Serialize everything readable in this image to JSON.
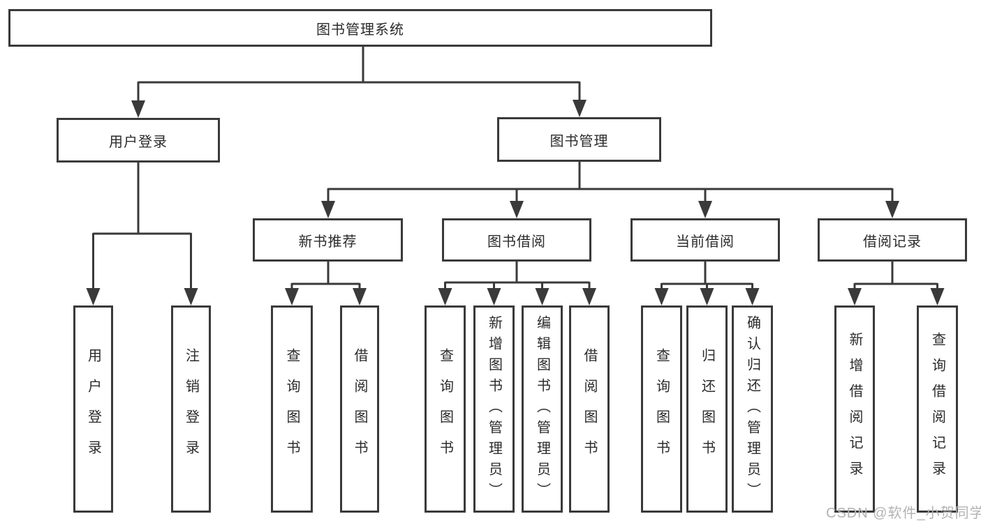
{
  "tree": {
    "root": {
      "label": "图书管理系统",
      "children": [
        {
          "label": "用户登录",
          "children": [
            {
              "label": "用户登录"
            },
            {
              "label": "注销登录"
            }
          ]
        },
        {
          "label": "图书管理",
          "children": [
            {
              "label": "新书推荐",
              "children": [
                {
                  "label": "查询图书"
                },
                {
                  "label": "借阅图书"
                }
              ]
            },
            {
              "label": "图书借阅",
              "children": [
                {
                  "label": "查询图书"
                },
                {
                  "label": "新增图书（管理员）"
                },
                {
                  "label": "编辑图书（管理员）"
                },
                {
                  "label": "借阅图书"
                }
              ]
            },
            {
              "label": "当前借阅",
              "children": [
                {
                  "label": "查询图书"
                },
                {
                  "label": "归还图书"
                },
                {
                  "label": "确认归还（管理员）"
                }
              ]
            },
            {
              "label": "借阅记录",
              "children": [
                {
                  "label": "新增借阅记录"
                },
                {
                  "label": "查询借阅记录"
                }
              ]
            }
          ]
        }
      ]
    }
  },
  "watermark": {
    "text": "CSDN @软件_小贺同学"
  },
  "colors": {
    "line": "#3a3a3a",
    "text": "#2b2b2b",
    "watermark": "#b3b3b3",
    "background": "#ffffff"
  }
}
